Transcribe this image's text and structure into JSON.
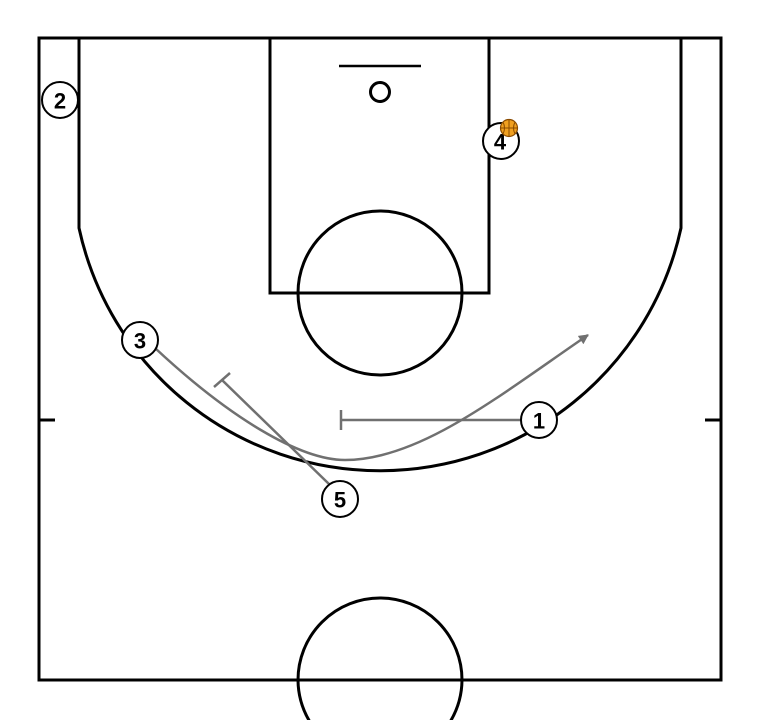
{
  "diagram": {
    "colors": {
      "court_line": "#000000",
      "action_line": "#707070",
      "ball": "#f0a020",
      "ball_seams": "#8a4b00"
    },
    "players": [
      {
        "id": "p1",
        "label": "1"
      },
      {
        "id": "p2",
        "label": "2"
      },
      {
        "id": "p3",
        "label": "3"
      },
      {
        "id": "p4",
        "label": "4",
        "has_ball": true
      },
      {
        "id": "p5",
        "label": "5"
      }
    ],
    "actions": [
      {
        "from": "1",
        "type": "screen"
      },
      {
        "from": "3",
        "type": "cut",
        "arrow": true
      },
      {
        "from": "5",
        "type": "screen"
      }
    ]
  }
}
